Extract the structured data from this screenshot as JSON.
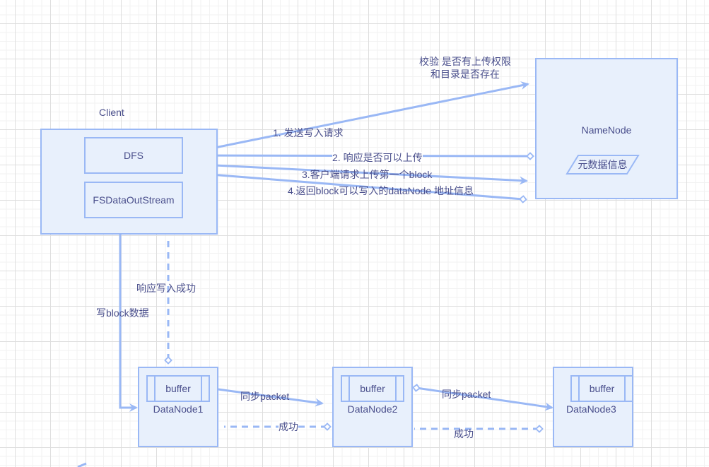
{
  "colors": {
    "stroke": "#9ab8f5",
    "fill": "#e8f0fc",
    "text": "#4a4f8c",
    "grid_major": "#dedede",
    "grid_minor": "#f2f2f2"
  },
  "nodes": {
    "client": {
      "title": "Client",
      "dfs": "DFS",
      "stream": "FSDataOutStream"
    },
    "namenode": {
      "title": "NameNode",
      "metadata": "元数据信息"
    },
    "datanodes": [
      {
        "title": "DataNode1",
        "buffer": "buffer"
      },
      {
        "title": "DataNode2",
        "buffer": "buffer"
      },
      {
        "title": "DataNode3",
        "buffer": "buffer"
      }
    ]
  },
  "annotations": {
    "validate_line1": "校验 是否有上传权限",
    "validate_line2": "和目录是否存在"
  },
  "edges": {
    "e1": "1. 发送写入请求",
    "e2": "2. 响应是否可以上传",
    "e3": "3.客户端请求上传第一个block",
    "e4": "4.返回block可以写入的dataNode 地址信息",
    "write_block": "写block数据",
    "write_success": "响应写入成功",
    "sync1": "同步packet",
    "sync2": "同步packet",
    "ack1": "成功",
    "ack2": "成功"
  }
}
